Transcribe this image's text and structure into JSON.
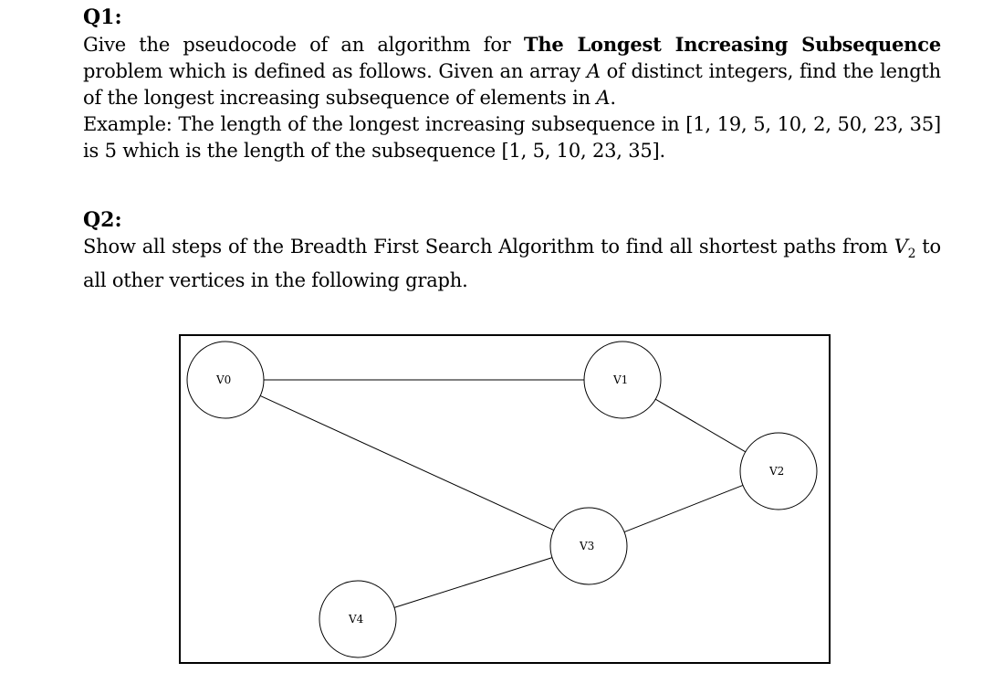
{
  "q1": {
    "heading": "Q1:",
    "line1_pre": "Give the pseudocode of an algorithm for ",
    "line1_bold": "The Longest Increasing Subsequence",
    "line1_post": " problem which is defined as follows. Given an array ",
    "var_a": "A",
    "line1_post2": " of distinct integers, find the length of the longest increasing subsequence of elements in ",
    "var_a2": "A",
    "line1_end": ".",
    "example": "Example: The length of the longest increasing subsequence in [1, 19, 5, 10, 2, 50, 23, 35] is 5 which is the length of the subsequence [1, 5, 10, 23, 35]."
  },
  "q2": {
    "heading": "Q2:",
    "text_pre": "Show all steps of the Breadth First Search Algorithm to find all shortest paths from ",
    "var_v": "V",
    "var_sub": "2",
    "text_post": " to all other vertices in the following graph."
  },
  "graph": {
    "nodes": [
      {
        "id": "v0",
        "label": "V0"
      },
      {
        "id": "v1",
        "label": "V1"
      },
      {
        "id": "v2",
        "label": "V2"
      },
      {
        "id": "v3",
        "label": "V3"
      },
      {
        "id": "v4",
        "label": "V4"
      }
    ],
    "edges": [
      {
        "from": "v0",
        "to": "v1"
      },
      {
        "from": "v0",
        "to": "v3"
      },
      {
        "from": "v1",
        "to": "v2"
      },
      {
        "from": "v2",
        "to": "v3"
      },
      {
        "from": "v3",
        "to": "v4"
      }
    ]
  }
}
